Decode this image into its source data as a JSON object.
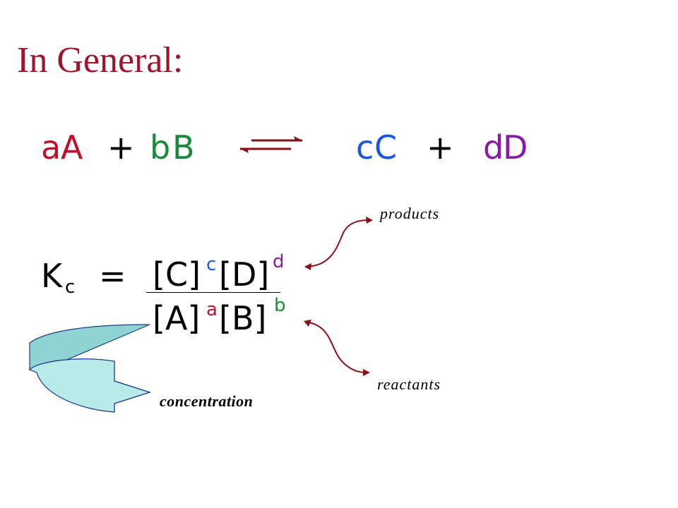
{
  "slide": {
    "title": "In General:",
    "title_color": "#a0142c"
  },
  "reaction": {
    "a": "a",
    "A": "A",
    "plus1": "+",
    "b": "b",
    "B": "B",
    "c": "c",
    "C": "C",
    "plus2": "+",
    "d": "d",
    "D": "D",
    "arrow": "equilibrium-double-arrow-icon",
    "colors": {
      "a": "#c0102c",
      "b": "#1a8a3a",
      "c": "#1a56e0",
      "d": "#8a1aa8",
      "text": "#000000",
      "arrow": "#8a0f18"
    }
  },
  "expression": {
    "K": "K",
    "K_sub": "c",
    "equals": "=",
    "numerator": {
      "C_open": "[C]",
      "C_exp": "c",
      "D_open": "[D]",
      "D_exp": "d"
    },
    "denominator": {
      "A_open": "[A]",
      "A_exp": "a",
      "B_open": "[B]",
      "B_exp": "b"
    }
  },
  "annotations": {
    "products": "products",
    "reactants": "reactants",
    "concentration": "concentration",
    "curve_color": "#8a0f18",
    "band_fill": "#8fd3d3",
    "band_highlight": "#b8eaea",
    "band_stroke": "#1b3a8a"
  }
}
